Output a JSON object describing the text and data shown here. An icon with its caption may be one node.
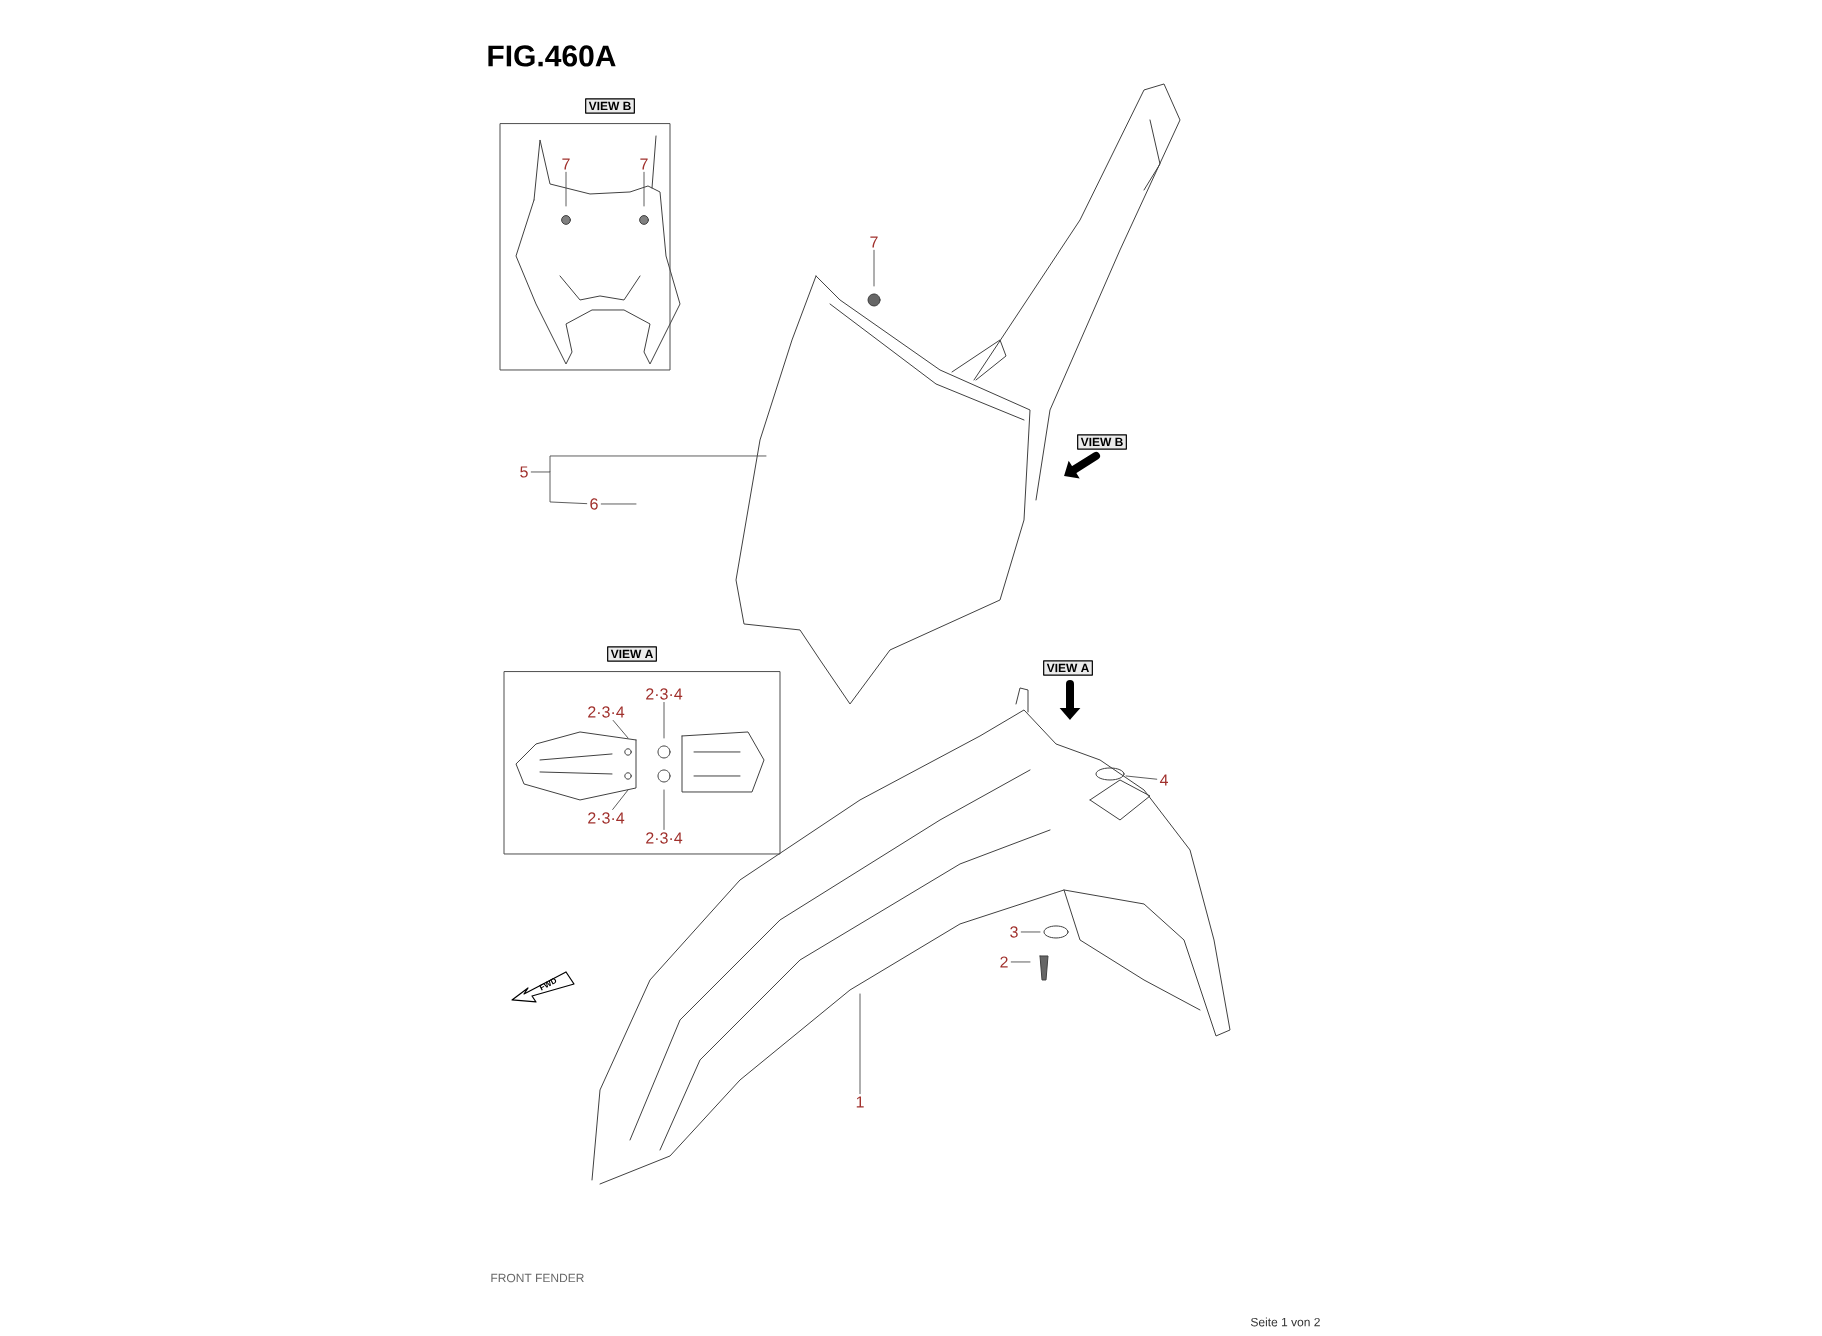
{
  "diagram": {
    "title": "FIG.460A",
    "nodes": [
      {
        "text": [
          "VIEW B"
        ]
      },
      {
        "text": [
          "7"
        ],
        "in": 0
      },
      {
        "text": [
          "7"
        ],
        "in": 0
      },
      {
        "text": [
          "7"
        ]
      },
      {
        "text": [
          "5"
        ]
      },
      {
        "text": [
          "6"
        ]
      },
      {
        "text": [
          "VIEW B"
        ]
      },
      {
        "text": [
          "VIEW A"
        ]
      },
      {
        "text": [
          "2·3·4"
        ],
        "in": 7
      },
      {
        "text": [
          "2·3·4"
        ],
        "in": 7
      },
      {
        "text": [
          "2·3·4"
        ],
        "in": 7
      },
      {
        "text": [
          "2·3·4"
        ],
        "in": 7
      },
      {
        "text": [
          "VIEW A"
        ]
      },
      {
        "text": [
          "4"
        ]
      },
      {
        "text": [
          "3"
        ]
      },
      {
        "text": [
          "2"
        ]
      },
      {
        "text": [
          "1"
        ]
      }
    ],
    "edges": [
      {
        "from": 1,
        "to": null,
        "arrow": "none"
      },
      {
        "from": 2,
        "to": null,
        "arrow": "none"
      },
      {
        "from": 3,
        "to": null,
        "arrow": "none"
      },
      {
        "from": 4,
        "to": null,
        "arrow": "none"
      },
      {
        "from": 5,
        "to": null,
        "arrow": "none"
      },
      {
        "from": 8,
        "to": null,
        "arrow": "none"
      },
      {
        "from": 9,
        "to": null,
        "arrow": "none"
      },
      {
        "from": 10,
        "to": null,
        "arrow": "none"
      },
      {
        "from": 11,
        "to": null,
        "arrow": "none"
      },
      {
        "from": 13,
        "to": null,
        "arrow": "none"
      },
      {
        "from": 14,
        "to": null,
        "arrow": "none"
      },
      {
        "from": 15,
        "to": null,
        "arrow": "none"
      },
      {
        "from": 16,
        "to": null,
        "arrow": "none"
      }
    ],
    "labels": [
      "FWD",
      "FRONT FENDER",
      "Seite 1 von 2"
    ]
  }
}
